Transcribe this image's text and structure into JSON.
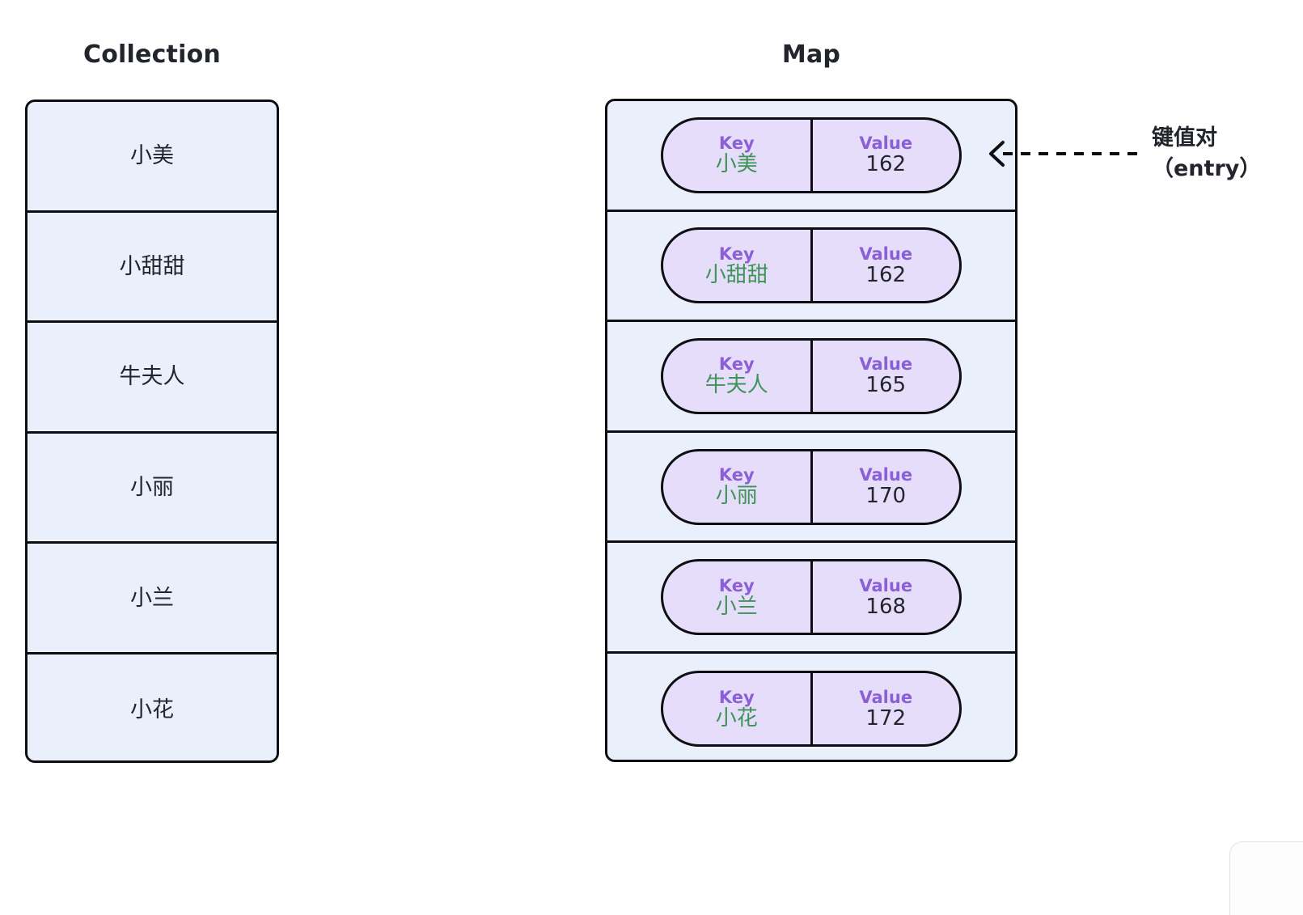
{
  "collection": {
    "title": "Collection",
    "items": [
      {
        "label": "小美"
      },
      {
        "label": "小甜甜"
      },
      {
        "label": "牛夫人"
      },
      {
        "label": "小丽"
      },
      {
        "label": "小兰"
      },
      {
        "label": "小花"
      }
    ]
  },
  "map": {
    "title": "Map",
    "key_caption": "Key",
    "value_caption": "Value",
    "entries": [
      {
        "key": "小美",
        "value": "162"
      },
      {
        "key": "小甜甜",
        "value": "162"
      },
      {
        "key": "牛夫人",
        "value": "165"
      },
      {
        "key": "小丽",
        "value": "170"
      },
      {
        "key": "小兰",
        "value": "168"
      },
      {
        "key": "小花",
        "value": "172"
      }
    ]
  },
  "annotation": {
    "line1": "键值对",
    "line2": "（entry）"
  },
  "colors": {
    "container_fill": "#eaf0fb",
    "pill_fill": "#e6ddfb",
    "stroke": "#0e0e12",
    "caption_purple": "#8b5fd6",
    "key_green": "#3d9456",
    "text_dark": "#22252c",
    "page_background": "#ffffff"
  }
}
